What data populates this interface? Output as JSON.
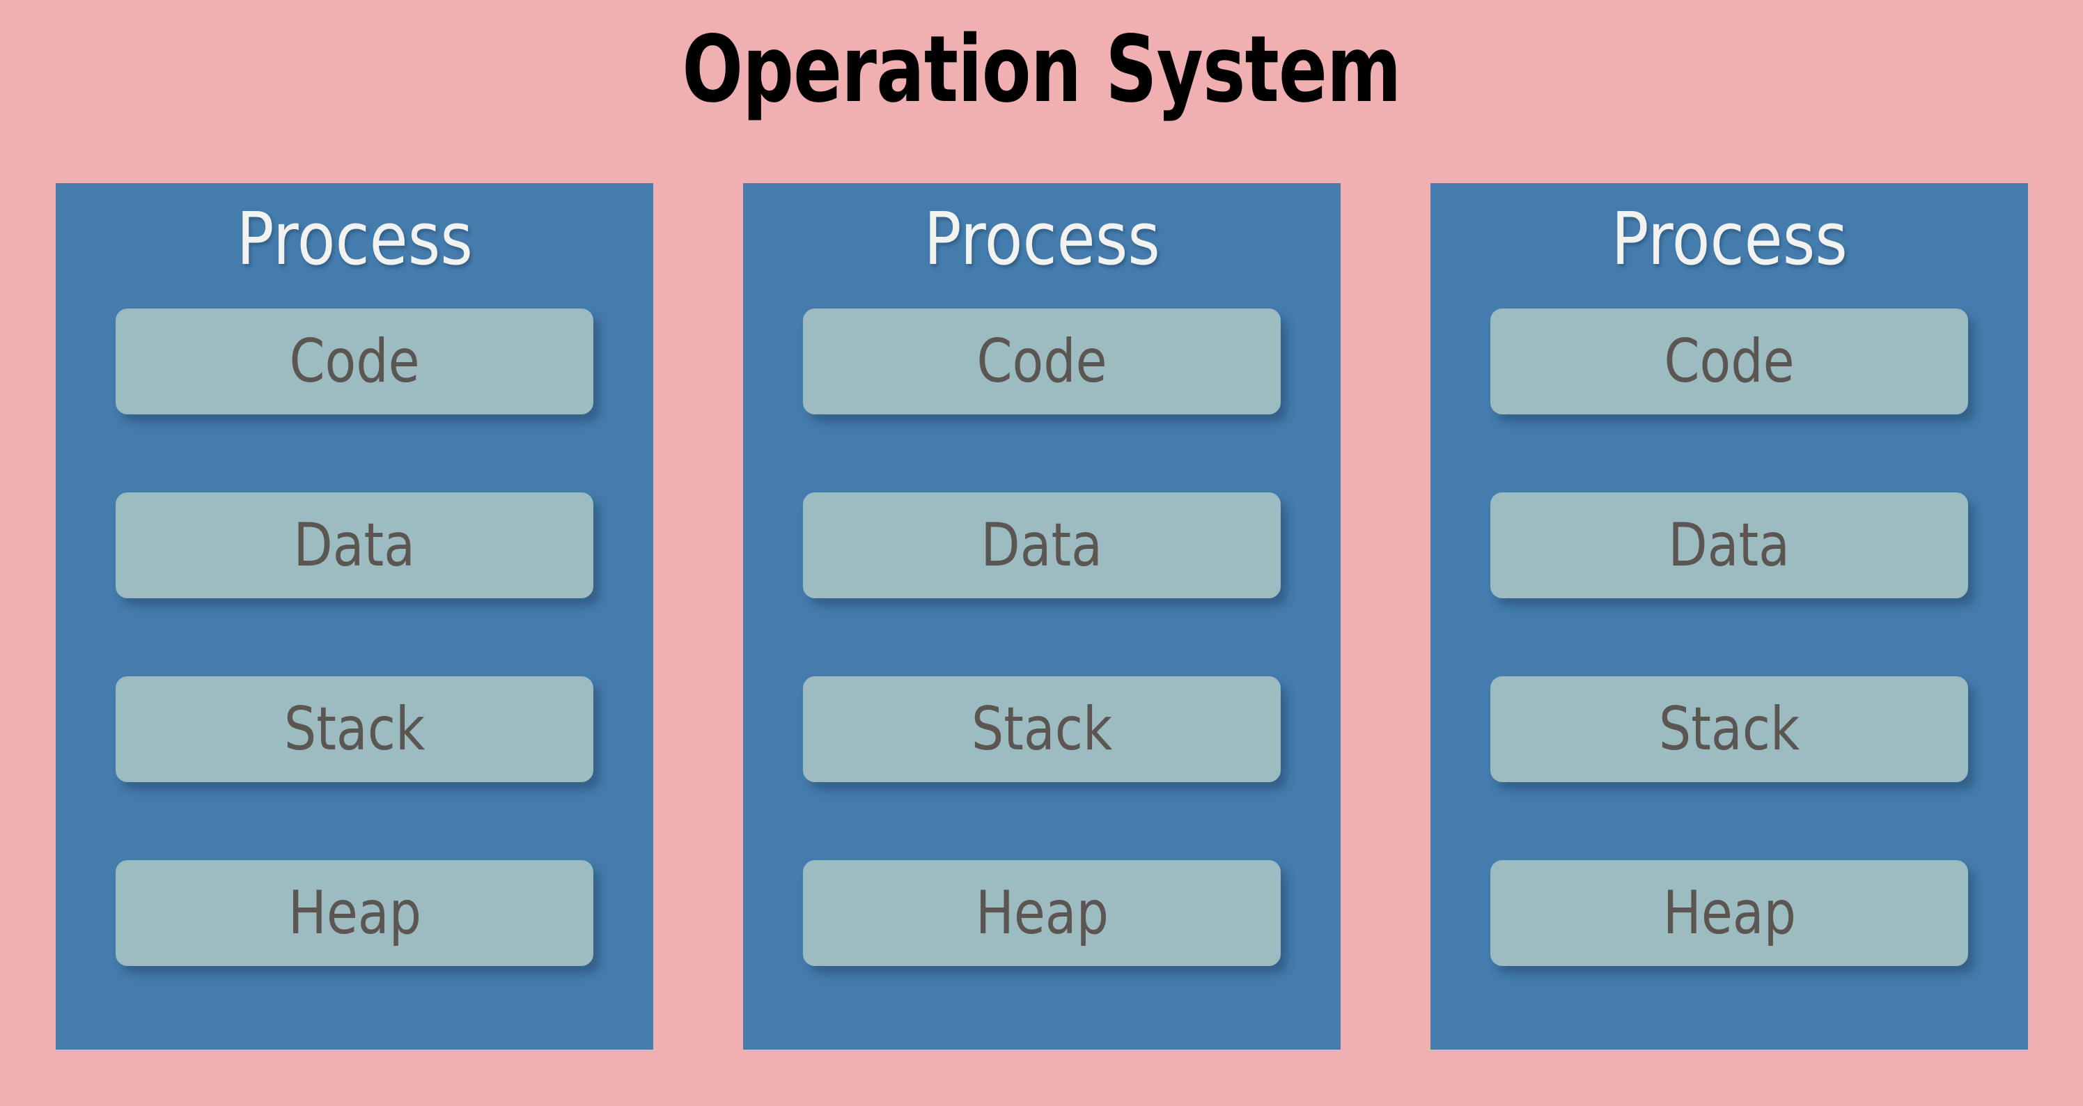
{
  "title": "Operation System",
  "colors": {
    "background": "#f0afb1",
    "process_box": "#447cad",
    "segment_box": "#9dbcc2",
    "segment_text": "#5b5651",
    "process_title_text": "#f2f2f0",
    "title_text": "#000000"
  },
  "processes": [
    {
      "title": "Process",
      "segments": [
        {
          "label": "Code"
        },
        {
          "label": "Data"
        },
        {
          "label": "Stack"
        },
        {
          "label": "Heap"
        }
      ]
    },
    {
      "title": "Process",
      "segments": [
        {
          "label": "Code"
        },
        {
          "label": "Data"
        },
        {
          "label": "Stack"
        },
        {
          "label": "Heap"
        }
      ]
    },
    {
      "title": "Process",
      "segments": [
        {
          "label": "Code"
        },
        {
          "label": "Data"
        },
        {
          "label": "Stack"
        },
        {
          "label": "Heap"
        }
      ]
    }
  ]
}
